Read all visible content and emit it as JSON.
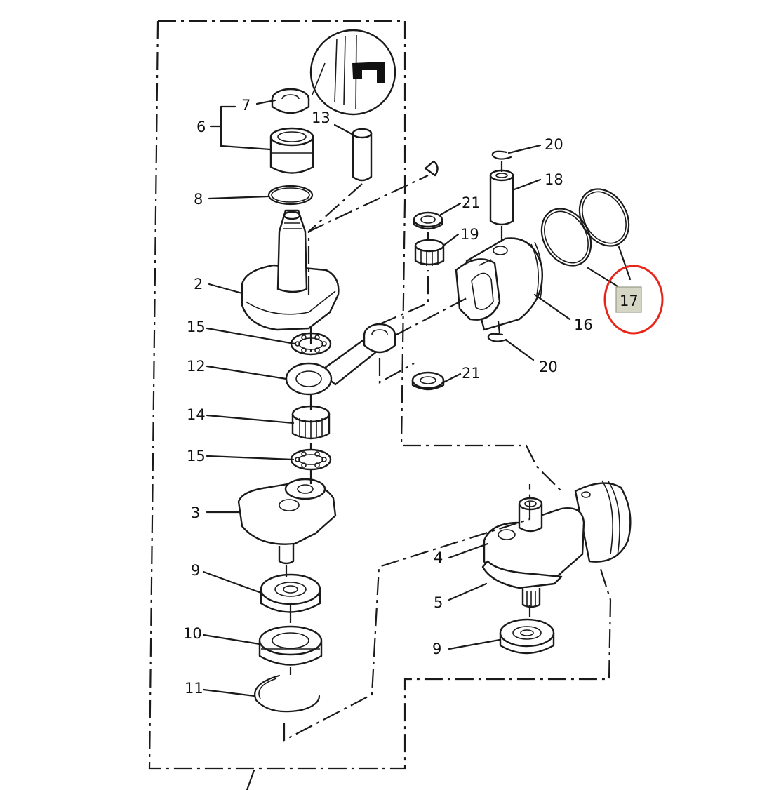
{
  "callouts": {
    "c7": "7",
    "c6": "6",
    "c13": "13",
    "c8": "8",
    "c2": "2",
    "c15a": "15",
    "c12": "12",
    "c14": "14",
    "c15b": "15",
    "c3": "3",
    "c9a": "9",
    "c10": "10",
    "c11": "11",
    "c20a": "20",
    "c18": "18",
    "c21a": "21",
    "c19": "19",
    "c16": "16",
    "c20b": "20",
    "c21b": "21",
    "c4": "4",
    "c5": "5",
    "c9b": "9",
    "c17": "17"
  },
  "highlight": {
    "color": "#e8251b",
    "box_fill": "#d6d6c4"
  }
}
